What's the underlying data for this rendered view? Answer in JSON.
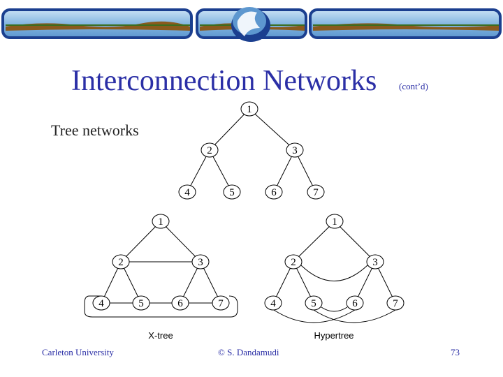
{
  "slide": {
    "title": "Interconnection Networks",
    "title_suffix": "(cont’d)",
    "subtitle": "Tree networks"
  },
  "diagrams": {
    "tree_nodes": [
      "1",
      "2",
      "3",
      "4",
      "5",
      "6",
      "7"
    ],
    "xtree_nodes": [
      "1",
      "2",
      "3",
      "4",
      "5",
      "6",
      "7"
    ],
    "xtree_caption": "X-tree",
    "hypertree_nodes": [
      "1",
      "2",
      "3",
      "4",
      "5",
      "6",
      "7"
    ],
    "hypertree_caption": "Hypertree"
  },
  "footer": {
    "left": "Carleton University",
    "center": "© S. Dandamudi",
    "page": "73"
  },
  "colors": {
    "title": "#2b2fa6",
    "banner_blue": "#1b3f8f",
    "banner_sky": "#7fb3df",
    "banner_earth": "#8a5a1e"
  }
}
